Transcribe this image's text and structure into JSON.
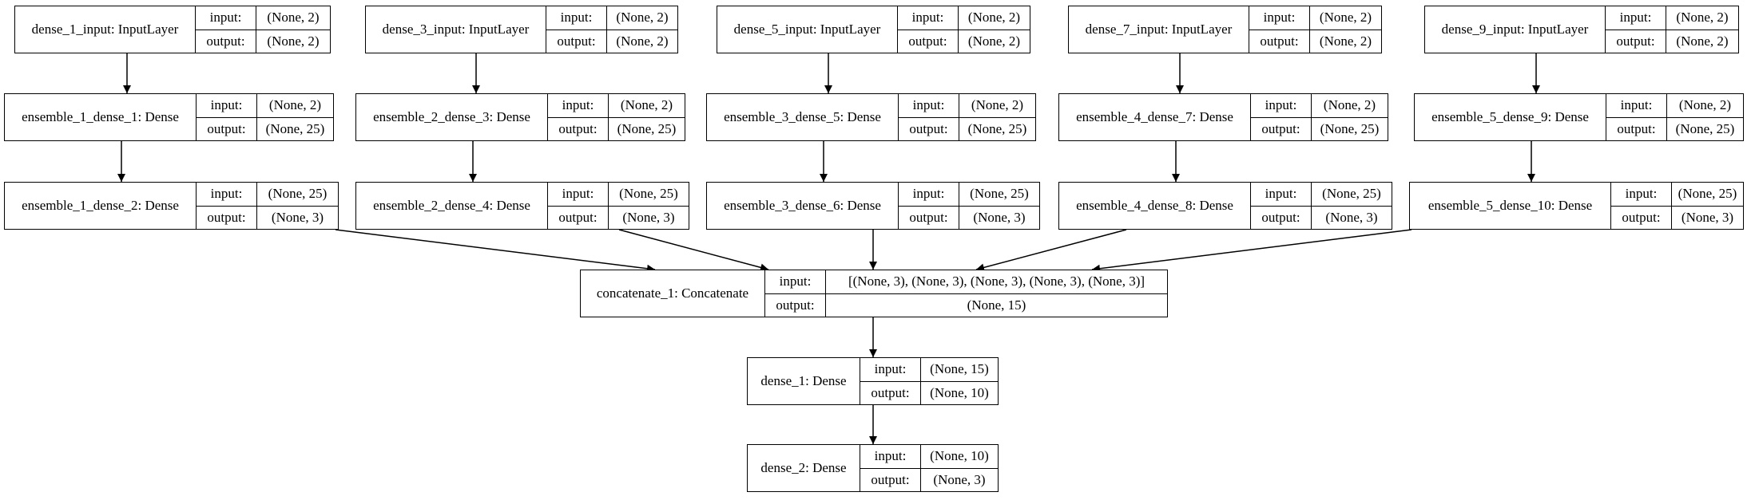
{
  "labels": {
    "input": "input:",
    "output": "output:"
  },
  "nodes": [
    {
      "id": "dense_1_input",
      "name": "dense_1_input: InputLayer",
      "input": "(None, 2)",
      "output": "(None, 2)"
    },
    {
      "id": "dense_3_input",
      "name": "dense_3_input: InputLayer",
      "input": "(None, 2)",
      "output": "(None, 2)"
    },
    {
      "id": "dense_5_input",
      "name": "dense_5_input: InputLayer",
      "input": "(None, 2)",
      "output": "(None, 2)"
    },
    {
      "id": "dense_7_input",
      "name": "dense_7_input: InputLayer",
      "input": "(None, 2)",
      "output": "(None, 2)"
    },
    {
      "id": "dense_9_input",
      "name": "dense_9_input: InputLayer",
      "input": "(None, 2)",
      "output": "(None, 2)"
    },
    {
      "id": "ensemble_1_dense_1",
      "name": "ensemble_1_dense_1: Dense",
      "input": "(None, 2)",
      "output": "(None, 25)"
    },
    {
      "id": "ensemble_2_dense_3",
      "name": "ensemble_2_dense_3: Dense",
      "input": "(None, 2)",
      "output": "(None, 25)"
    },
    {
      "id": "ensemble_3_dense_5",
      "name": "ensemble_3_dense_5: Dense",
      "input": "(None, 2)",
      "output": "(None, 25)"
    },
    {
      "id": "ensemble_4_dense_7",
      "name": "ensemble_4_dense_7: Dense",
      "input": "(None, 2)",
      "output": "(None, 25)"
    },
    {
      "id": "ensemble_5_dense_9",
      "name": "ensemble_5_dense_9: Dense",
      "input": "(None, 2)",
      "output": "(None, 25)"
    },
    {
      "id": "ensemble_1_dense_2",
      "name": "ensemble_1_dense_2: Dense",
      "input": "(None, 25)",
      "output": "(None, 3)"
    },
    {
      "id": "ensemble_2_dense_4",
      "name": "ensemble_2_dense_4: Dense",
      "input": "(None, 25)",
      "output": "(None, 3)"
    },
    {
      "id": "ensemble_3_dense_6",
      "name": "ensemble_3_dense_6: Dense",
      "input": "(None, 25)",
      "output": "(None, 3)"
    },
    {
      "id": "ensemble_4_dense_8",
      "name": "ensemble_4_dense_8: Dense",
      "input": "(None, 25)",
      "output": "(None, 3)"
    },
    {
      "id": "ensemble_5_dense_10",
      "name": "ensemble_5_dense_10: Dense",
      "input": "(None, 25)",
      "output": "(None, 3)"
    },
    {
      "id": "concatenate_1",
      "name": "concatenate_1: Concatenate",
      "input": "[(None, 3), (None, 3), (None, 3), (None, 3), (None, 3)]",
      "output": "(None, 15)"
    },
    {
      "id": "dense_1",
      "name": "dense_1: Dense",
      "input": "(None, 15)",
      "output": "(None, 10)"
    },
    {
      "id": "dense_2",
      "name": "dense_2: Dense",
      "input": "(None, 10)",
      "output": "(None, 3)"
    }
  ],
  "edges": [
    [
      "dense_1_input",
      "ensemble_1_dense_1"
    ],
    [
      "dense_3_input",
      "ensemble_2_dense_3"
    ],
    [
      "dense_5_input",
      "ensemble_3_dense_5"
    ],
    [
      "dense_7_input",
      "ensemble_4_dense_7"
    ],
    [
      "dense_9_input",
      "ensemble_5_dense_9"
    ],
    [
      "ensemble_1_dense_1",
      "ensemble_1_dense_2"
    ],
    [
      "ensemble_2_dense_3",
      "ensemble_2_dense_4"
    ],
    [
      "ensemble_3_dense_5",
      "ensemble_3_dense_6"
    ],
    [
      "ensemble_4_dense_7",
      "ensemble_4_dense_8"
    ],
    [
      "ensemble_5_dense_9",
      "ensemble_5_dense_10"
    ],
    [
      "ensemble_1_dense_2",
      "concatenate_1"
    ],
    [
      "ensemble_2_dense_4",
      "concatenate_1"
    ],
    [
      "ensemble_3_dense_6",
      "concatenate_1"
    ],
    [
      "ensemble_4_dense_8",
      "concatenate_1"
    ],
    [
      "ensemble_5_dense_10",
      "concatenate_1"
    ],
    [
      "concatenate_1",
      "dense_1"
    ],
    [
      "dense_1",
      "dense_2"
    ]
  ]
}
